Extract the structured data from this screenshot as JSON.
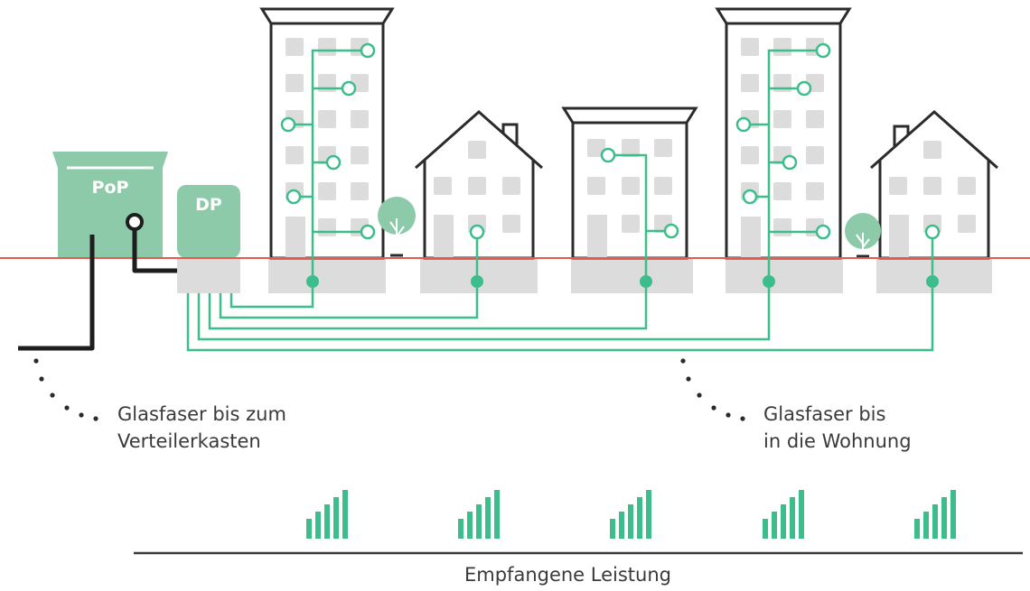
{
  "colors": {
    "fiber_green": "#3dbd8b",
    "box_green": "#8ccaa9",
    "building_outline": "#2b2b2b",
    "window_grey": "#dcdcdc",
    "ground_line": "#e85a4f",
    "copper_black": "#1e1e1e",
    "text": "#3a3a3a"
  },
  "pop_box": {
    "label": "PoP"
  },
  "dp_box": {
    "label": "DP"
  },
  "labels": {
    "left_line1": "Glasfaser bis zum",
    "left_line2": "Verteilerkasten",
    "right_line1": "Glasfaser bis",
    "right_line2": "in die Wohnung",
    "bottom": "Empfangene Leistung"
  },
  "icons": {
    "signal": "signal-strength-icon",
    "tree": "tree-icon"
  },
  "signal_bar_count": 5,
  "signal_level": 1.0
}
